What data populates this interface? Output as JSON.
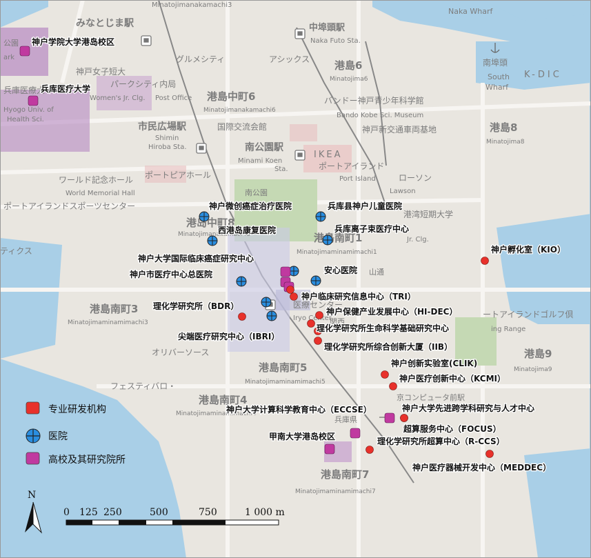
{
  "basemap": {
    "stations": [
      {
        "name": "みなとじま駅"
      },
      {
        "name": "中埠頭駅",
        "sub": "Naka Futo Sta."
      },
      {
        "name": "市民広場駅",
        "sub1": "Shimin",
        "sub2": "Hiroba Sta."
      },
      {
        "name": "南公園駅",
        "sub1": "Minami Koen",
        "sub2": "Sta."
      }
    ],
    "areas": [
      {
        "name": "港島6",
        "sub": "Minatojima6"
      },
      {
        "name": "港島中町6",
        "sub": "Minatojimanakamachi6"
      },
      {
        "name": "港島8",
        "sub": "Minatojima8"
      },
      {
        "name": "港岛中町8",
        "sub": "Minatojimanakamachi8"
      },
      {
        "name": "港島南町1",
        "sub": "Minatojimaminamimachi1"
      },
      {
        "name": "港島南町3",
        "sub": "Minatojimaminamimachi3"
      },
      {
        "name": "港島南町5",
        "sub": "Minatojimaminamimachi5"
      },
      {
        "name": "港島南町4",
        "sub": "Minatojimaminamimachi4"
      },
      {
        "name": "港島南町7",
        "sub": "Minatojimaminamimachi7"
      },
      {
        "name": "港島9",
        "sub": "Minatojima9"
      }
    ],
    "misc": {
      "naka_wharf": "Naka Wharf",
      "top_street": "Minatojimanakamachi3",
      "south_wharf_jp": "南埠頭",
      "south_wharf_en1": "South",
      "south_wharf_en2": "Wharf",
      "kdic": "K-DIC",
      "ikea_en": "IKEA",
      "ikea_jp": "ポートアイランド",
      "port_island": "Port Island",
      "lawson_jp": "ローソン",
      "lawson_en": "Lawson",
      "world_jp": "ワールド記念ホール",
      "world_en": "World Memorial Hall",
      "sports": "ポートアイランドスポーツセンター",
      "portopia": "ポートピアホール",
      "kokusai": "国際交流会館",
      "kobe_sci1": "バンドー神戸青少年科学館",
      "kobe_sci2": "Bando Kobe Sci. Museum",
      "kobe_sci3": "神戸新交通車両基地",
      "womens1": "神戸女子短大",
      "womens2": "Women's Jr. Clg.",
      "park_city": "パークシティ内局",
      "post_office": "Post Office",
      "gourmet": "グルメシティ",
      "asics": "アシックス",
      "hyogo_univ1": "兵庫医療大",
      "hyogo_univ2": "Hyogo Univ. of",
      "hyogo_univ3": "Health Sci.",
      "jrclg": "港湾短期大学",
      "jrclg2": "Jr. Clg.",
      "park": "南公園",
      "golf": "ートアイランドゴルフ倶",
      "range": "ing Range",
      "olive": "オリバーソース",
      "festival": "フェスティバロ・",
      "medical_center": "医療センター",
      "medical_center_sub": "Iryo Center",
      "hyogo_pref": "兵庫県",
      "computer": "京コンピュータ前駅",
      "park_left": "公園",
      "park_left2": "ark",
      "street_left": "ティクス",
      "kansai": "関西",
      "yamaga": "山通"
    }
  },
  "points": {
    "hospitals": [
      {
        "name": "神户微创癌症治疗医院"
      },
      {
        "name": "兵库县神户儿童医院"
      },
      {
        "name": "西港岛康复医院"
      },
      {
        "name": "兵库离子束医疗中心"
      },
      {
        "name": "神户市医疗中心总医院"
      },
      {
        "name": "安心医院"
      }
    ],
    "rd_institutions": [
      {
        "name": "神户孵化室（KIO）"
      },
      {
        "name": "神户临床研究信息中心（TRI）"
      },
      {
        "name": "理化学研究所（BDR）"
      },
      {
        "name": "神户保健产业发展中心（HI-DEC）"
      },
      {
        "name": "理化学研究所生命科学基础研究中心"
      },
      {
        "name": "尖端医疗研究中心（IBRI）"
      },
      {
        "name": "理化学研究所综合创新大厦（IIB）"
      },
      {
        "name": "神户创新实验室(CLIK)"
      },
      {
        "name": "神户医疗创新中心（KCMI）"
      },
      {
        "name": "神户大学计算科学教育中心（ECCSE）"
      },
      {
        "name": "超算服务中心（FOCUS）"
      },
      {
        "name": "理化学研究所超算中心（R-CCS）"
      },
      {
        "name": "神户医疗器械开发中心（MEDDEC）"
      }
    ],
    "universities": [
      {
        "name": "神户学院大学港岛校区"
      },
      {
        "name": "兵库医疗大学"
      },
      {
        "name": "神户大学国际临床癌症研究中心"
      },
      {
        "name": "神户大学先进跨学科研究与人才中心"
      },
      {
        "name": "甲南大学港岛校区"
      }
    ]
  },
  "legend": [
    {
      "label": "专业研发机构",
      "color": "#e8312b"
    },
    {
      "label": "医院",
      "color": "#2a8ee0"
    },
    {
      "label": "高校及其研究院所",
      "color": "#c03aa0"
    }
  ],
  "north_arrow": "N",
  "scale_bar": {
    "ticks": [
      "0",
      "125",
      "250",
      "500",
      "750",
      "1 000 m"
    ]
  },
  "colors": {
    "water": "#a9cfe7",
    "land": "#e9e6e0",
    "rd": "#e8312b",
    "hospital": "#2a8ee0",
    "university": "#c03aa0",
    "university_zone": "#b689c2",
    "park": "#c5d9b4"
  }
}
